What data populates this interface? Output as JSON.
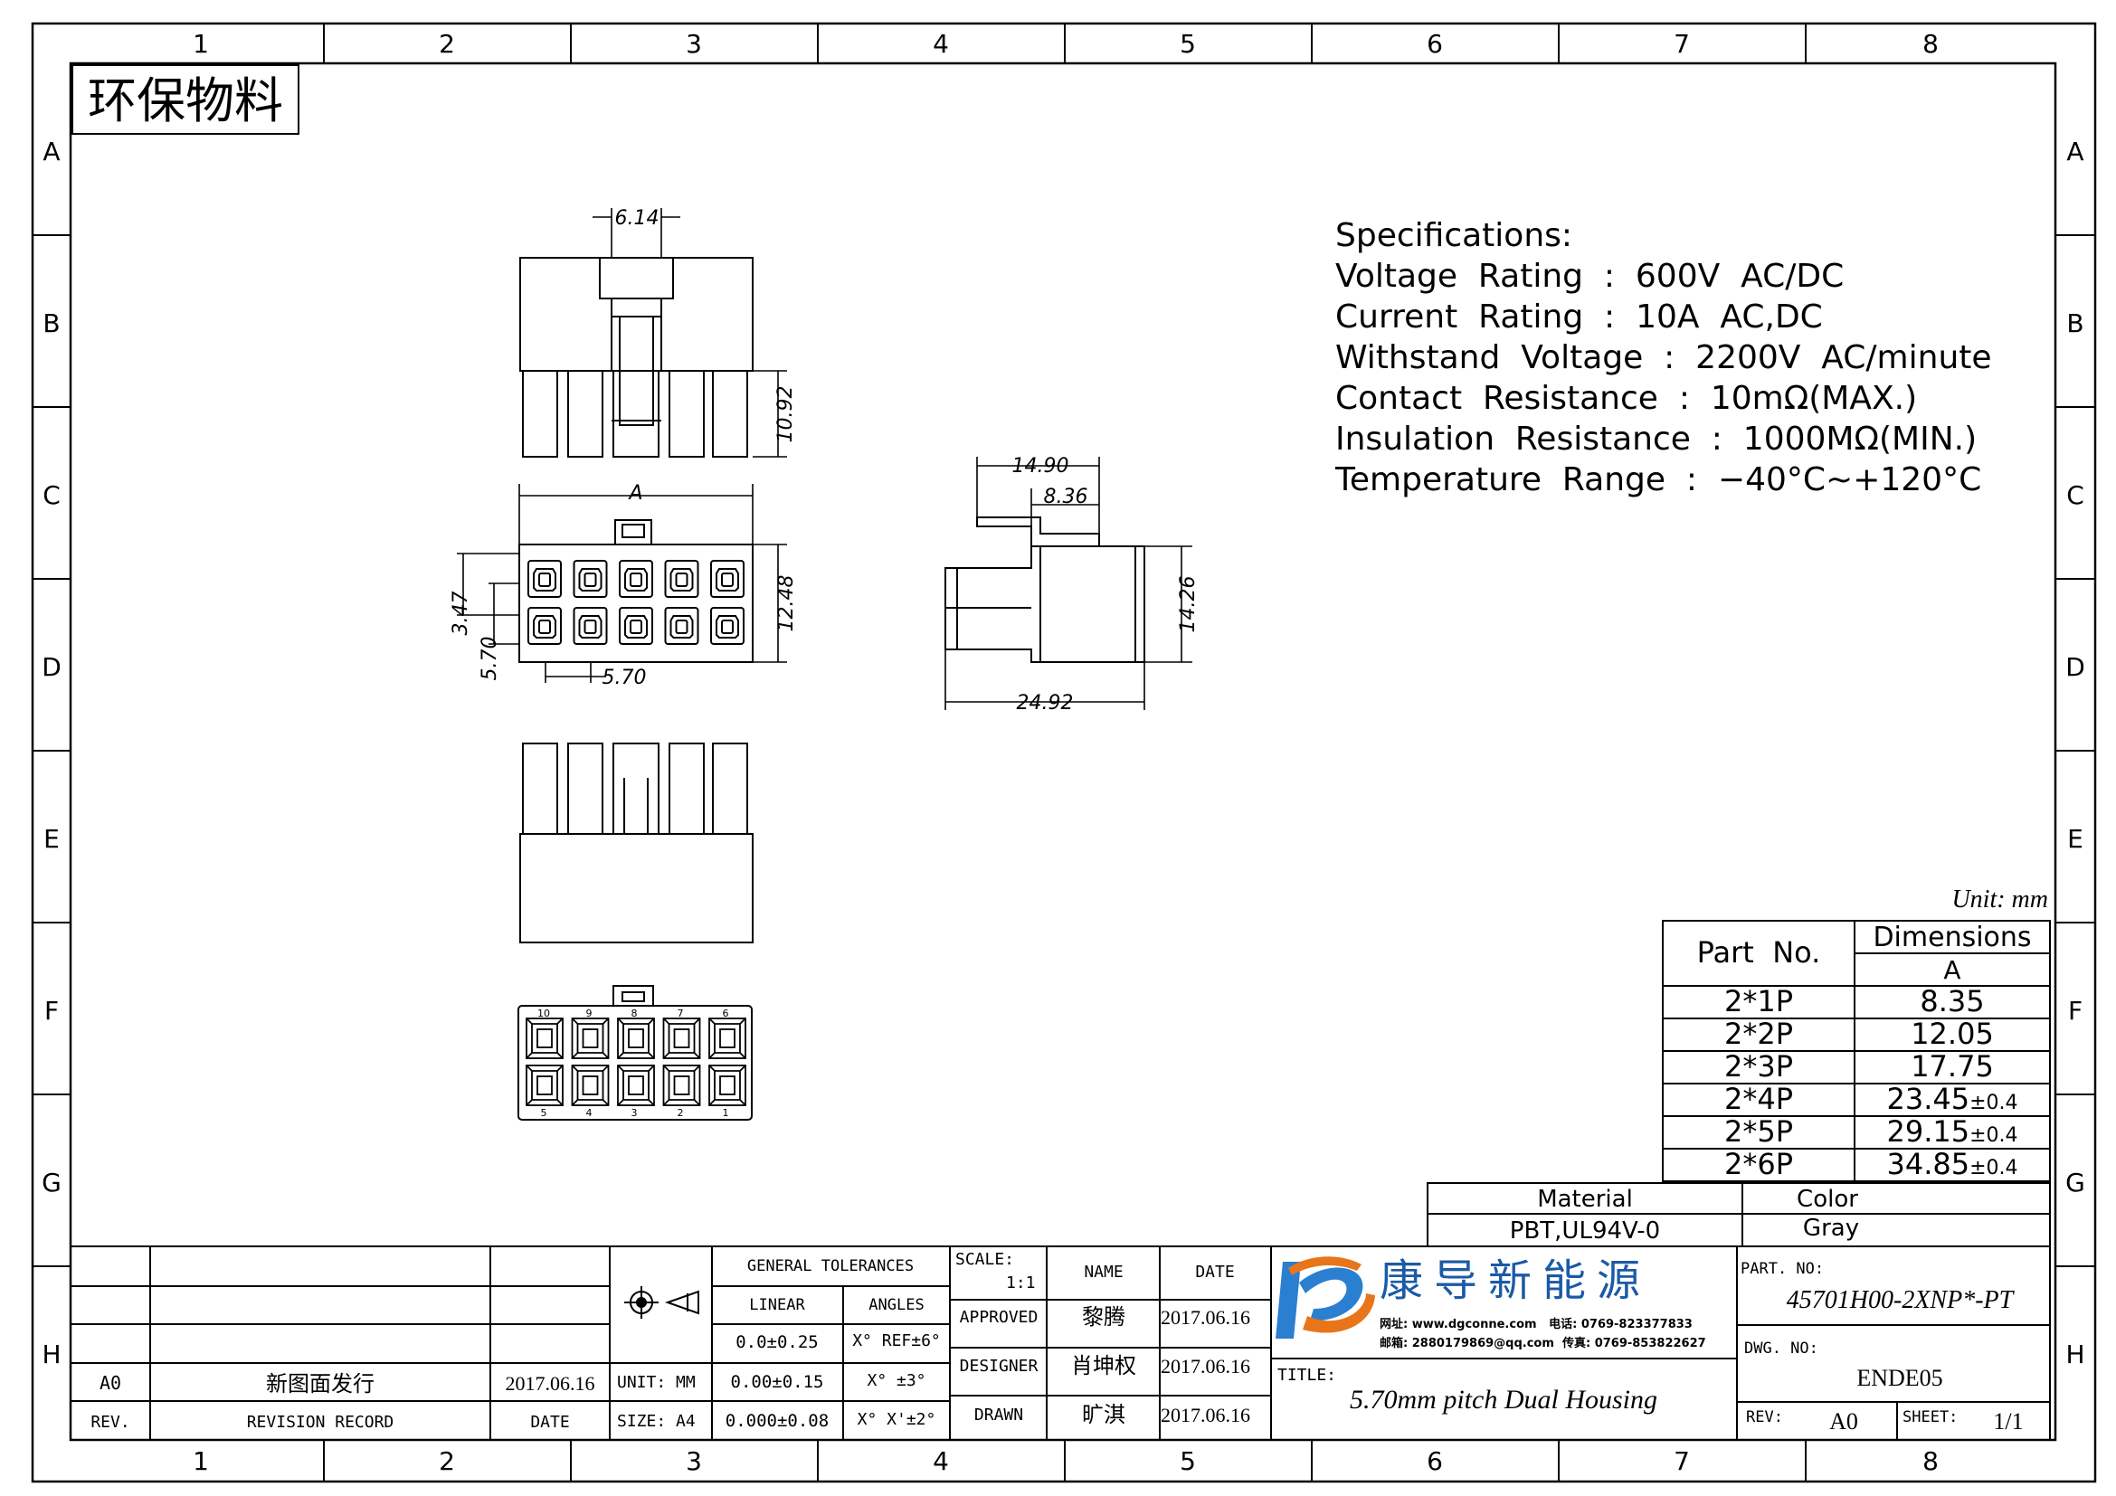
{
  "stamp": "环保物料",
  "border": {
    "cols": [
      "1",
      "2",
      "3",
      "4",
      "5",
      "6",
      "7",
      "8"
    ],
    "rows": [
      "A",
      "B",
      "C",
      "D",
      "E",
      "F",
      "G",
      "H"
    ]
  },
  "views": {
    "top": {
      "dim_width": "6.14",
      "dim_height": "10.92"
    },
    "front": {
      "dim_a": "A",
      "dim_height": "12.48",
      "dim_row_gap": "3.47",
      "dim_pitch_v": "5.70",
      "dim_pitch_h": "5.70"
    },
    "side": {
      "dim_latch": "14.90",
      "dim_latch_inner": "8.36",
      "dim_height": "14.26",
      "dim_length": "24.92"
    },
    "rear": {
      "top_numbers": [
        "10",
        "9",
        "8",
        "7",
        "6"
      ],
      "bottom_numbers": [
        "5",
        "4",
        "3",
        "2",
        "1"
      ]
    }
  },
  "specs": {
    "heading": "Specifications:",
    "lines": [
      "Voltage  Rating  :  600V  AC/DC",
      "Current  Rating  :  10A  AC,DC",
      "Withstand  Voltage  :  2200V  AC/minute",
      "Contact  Resistance  :  10mΩ(MAX.)",
      "Insulation  Resistance  :  1000MΩ(MIN.)",
      "Temperature  Range  :  −40°C~+120°C"
    ]
  },
  "dim_table": {
    "unit": "Unit: mm",
    "col_part": "Part  No.",
    "col_dims": "Dimensions",
    "col_a": "A",
    "rows": [
      {
        "part": "2*1P",
        "a": "8.35",
        "tol": ""
      },
      {
        "part": "2*2P",
        "a": "12.05",
        "tol": ""
      },
      {
        "part": "2*3P",
        "a": "17.75",
        "tol": ""
      },
      {
        "part": "2*4P",
        "a": "23.45",
        "tol": "±0.4"
      },
      {
        "part": "2*5P",
        "a": "29.15",
        "tol": "±0.4"
      },
      {
        "part": "2*6P",
        "a": "34.85",
        "tol": "±0.4"
      }
    ]
  },
  "material": {
    "label": "Material",
    "value": "PBT,UL94V-0",
    "color_label": "Color",
    "color_value": "Gray"
  },
  "title_block": {
    "rev_row": {
      "rev": "A0",
      "record": "新图面发行",
      "date": "2017.06.16"
    },
    "rev_header": {
      "rev": "REV.",
      "record": "REVISION RECORD",
      "date": "DATE"
    },
    "unit": "UNIT: MM",
    "size": "SIZE: A4",
    "tolerances": {
      "heading": "GENERAL TOLERANCES",
      "linear": "LINEAR",
      "angles": "ANGLES",
      "rows": [
        {
          "linear": "0.0±0.25",
          "angles": "X° REF±6°"
        },
        {
          "linear": "0.00±0.15",
          "angles": "X° ±3°"
        },
        {
          "linear": "0.000±0.08",
          "angles": "X° X'±2°"
        }
      ]
    },
    "scale_label": "SCALE:",
    "scale_value": "1:1",
    "name_header": "NAME",
    "date_header": "DATE",
    "approved": {
      "label": "APPROVED",
      "name": "黎腾",
      "date": "2017.06.16"
    },
    "designer": {
      "label": "DESIGNER",
      "name": "肖坤权",
      "date": "2017.06.16"
    },
    "drawn": {
      "label": "DRAWN",
      "name": "旷淇",
      "date": "2017.06.16"
    },
    "company": {
      "name": "康 导 新 能 源",
      "line1": "网址: www.dgconne.com   电话: 0769-823377833",
      "line2": "邮箱: 2880179869@qq.com  传真: 0769-853822627"
    },
    "title_label": "TITLE:",
    "title": "5.70mm pitch Dual Housing",
    "part_no_label": "PART. NO:",
    "part_no": "45701H00-2XNP*-PT",
    "dwg_no_label": "DWG. NO:",
    "dwg_no": "ENDE05",
    "rev_label": "REV:",
    "rev_value": "A0",
    "sheet_label": "SHEET:",
    "sheet_value": "1/1"
  },
  "colors": {
    "line": "#000000",
    "logo_blue": "#2a7fd0",
    "logo_orange": "#e8751a",
    "logo_text": "#1b5aa6"
  }
}
